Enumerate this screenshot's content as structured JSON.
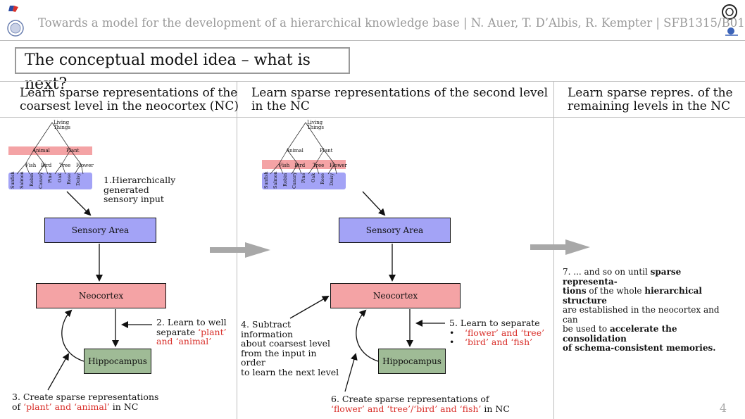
{
  "header": {
    "text": "Towards a model for the development of a hierarchical knowledge base  |  N. Auer, T. D’Albis, R. Kempter  |  SFB1315/B01"
  },
  "slide_title": "The conceptual model idea – what is next?",
  "columns": [
    {
      "heading_line1": "Learn sparse representations of the",
      "heading_line2": "coarsest level in the neocortex (NC)"
    },
    {
      "heading_line1": "Learn sparse representations of the second level",
      "heading_line2": "in the NC"
    },
    {
      "heading_line1": "Learn sparse repres. of the",
      "heading_line2": "remaining levels in the NC"
    }
  ],
  "tree": {
    "root": "Living",
    "root2": "Things",
    "level1": [
      "Animal",
      "Plant"
    ],
    "level2": [
      "Fish",
      "Bird",
      "Tree",
      "Flower"
    ],
    "leaves": [
      "Sunfish",
      "Salmon",
      "Robin",
      "Canary",
      "Pine",
      "Oak",
      "Rose",
      "Daisy"
    ]
  },
  "boxes": {
    "sensory": "Sensory Area",
    "neocortex": "Neocortex",
    "hippocampus": "Hippocampus"
  },
  "notes": {
    "step1_l1": "1.Hierarchically",
    "step1_l2": "generated",
    "step1_l3": "sensory input",
    "step2_l1": "2. Learn to well",
    "step2_l2": "separate ",
    "step2_plant": "‘plant’",
    "step2_l3": "and ‘animal’",
    "step3_l1": "3. Create sparse representations",
    "step3_l2_pre": "of ",
    "step3_l2_red": "‘plant’ and ‘animal’",
    "step3_l2_post": " in NC",
    "step4_l1": "4. Subtract information",
    "step4_l2": "about   coarsest   level",
    "step4_l3": "from the input in order",
    "step4_l4": "to learn the next level",
    "step5_l1": "5. Learn to separate",
    "step5_b1": "‘flower’ and ‘tree’",
    "step5_b2": "‘bird’ and ‘fish’",
    "step6_l1": "6. Create sparse representations of",
    "step6_l2_red": "‘flower’ and ‘tree’/‘bird’ and ‘fish’",
    "step6_l2_post": " in NC",
    "step7_a": "7. ... and so on until ",
    "step7_b": "sparse representa-",
    "step7_c": "tions",
    "step7_d": " of the whole ",
    "step7_e": "hierarchical structure",
    "step7_f": "are established in the neocortex and can",
    "step7_g": "be used to ",
    "step7_h": "accelerate the consolidation",
    "step7_i": "of schema-consistent memories."
  },
  "page_number": "4",
  "colors": {
    "sensory_blue": "#a3a3f6",
    "neocortex_red": "#f4a3a5",
    "hippocampus_green": "#9fbb96",
    "highlight_red": "#d9302b",
    "arrow_gray": "#a8a8a8"
  }
}
